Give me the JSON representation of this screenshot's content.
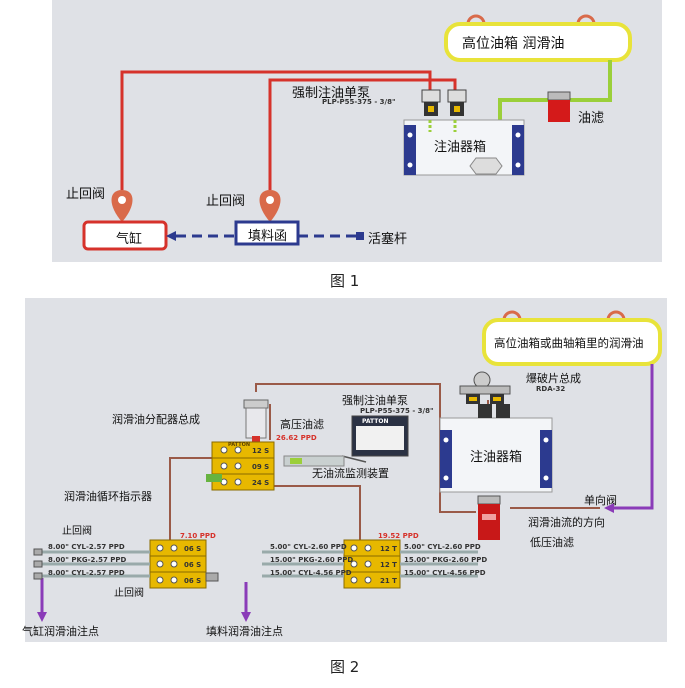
{
  "fig1": {
    "caption": "图 1",
    "tank_label": "高位油箱  润滑油",
    "pump_label": "强制注油单泵",
    "pump_model": "PLP-P55-375 - 3/8\"",
    "lubricator_box": "注油器箱",
    "filter": "油滤",
    "check_valve_1": "止回阀",
    "check_valve_2": "止回阀",
    "cylinder": "气缸",
    "packing": "填料函",
    "piston_rod": "活塞杆"
  },
  "fig2": {
    "caption": "图 2",
    "tank_label": "高位油箱或曲轴箱里的润滑油",
    "rupture_disc": "爆破片总成",
    "rupture_model": "RDA-32",
    "pump_label": "强制注油单泵",
    "pump_model": "PLP-P55-375 - 3/8\"",
    "lubricator_box": "注油器箱",
    "distributor": "润滑油分配器总成",
    "hp_filter": "高压油滤",
    "no_flow_monitor": "无油流监测装置",
    "cycle_indicator": "润滑油循环指示器",
    "check_valve": "单向阀",
    "flow_direction": "润滑油流的方向",
    "lp_filter": "低压油滤",
    "check_valve_a": "止回阀",
    "check_valve_b": "止回阀",
    "cyl_point": "气缸润滑油注点",
    "pkg_point": "填料润滑油注点",
    "monitor_brand": "PATTON",
    "block_brand": "PATTON",
    "main_block": {
      "ppd": "26.62 PPD",
      "rows": [
        "12 S",
        "09 S",
        "24 S"
      ]
    },
    "left_block": {
      "ppd": "7.10 PPD",
      "rows": [
        "06 S",
        "06 S",
        "06 S"
      ],
      "lines": [
        "8.00\" CYL-2.57 PPD",
        "8.00\" PKG-2.57 PPD",
        "8.00\" CYL-2.57 PPD"
      ]
    },
    "right_block": {
      "ppd": "19.52 PPD",
      "rows": [
        "12 T",
        "12 T",
        "21 T"
      ],
      "left_lines": [
        "5.00\" CYL-2.60 PPD",
        "15.00\" PKG-2.60 PPD",
        "15.00\" CYL-4.56 PPD"
      ],
      "right_lines": [
        "5.00\" CYL-2.60 PPD",
        "15.00\" PKG-2.60 PPD",
        "15.00\" CYL-4.56 PPD"
      ]
    }
  },
  "colors": {
    "red_line": "#d6322b",
    "green_line": "#9bcf3a",
    "tank_border": "#e8e33a",
    "purple": "#8a3bb8",
    "blue": "#2c3a8f",
    "gold": "#e7b800"
  }
}
